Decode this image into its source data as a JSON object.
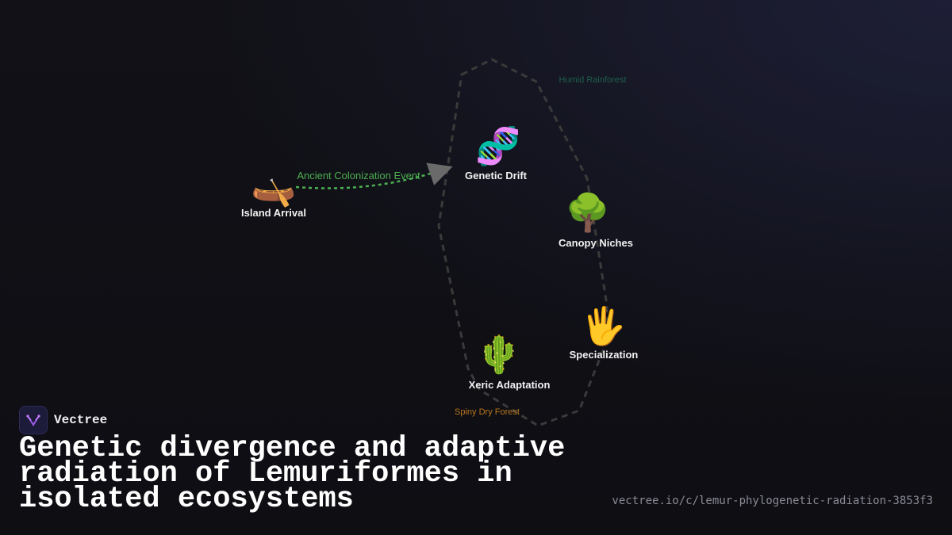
{
  "diagram": {
    "regions": [
      {
        "id": "rainforest",
        "label": "Humid Rainforest",
        "color": "#1e5f4a"
      },
      {
        "id": "dryforest",
        "label": "Spiny Dry Forest",
        "color": "#b8761e"
      }
    ],
    "nodes": [
      {
        "id": "arrival",
        "label": "Island Arrival",
        "icon": "canoe-icon",
        "glyph": "🛶"
      },
      {
        "id": "drift",
        "label": "Genetic Drift",
        "icon": "dna-icon",
        "glyph": "🧬"
      },
      {
        "id": "canopy",
        "label": "Canopy Niches",
        "icon": "tree-icon",
        "glyph": "🌳"
      },
      {
        "id": "special",
        "label": "Specialization",
        "icon": "hand-icon",
        "glyph": "🖐"
      },
      {
        "id": "xeric",
        "label": "Xeric Adaptation",
        "icon": "cactus-icon",
        "glyph": "🌵"
      }
    ],
    "edges": [
      {
        "from": "arrival",
        "to": "drift",
        "label": "Ancient Colonization Event",
        "color": "#4caf50"
      }
    ]
  },
  "brand": {
    "name": "Vectree",
    "accent": "#9b5de5"
  },
  "title": "Genetic divergence and adaptive radiation of Lemuriformes in isolated ecosystems",
  "url": "vectree.io/c/lemur-phylogenetic-radiation-3853f3"
}
